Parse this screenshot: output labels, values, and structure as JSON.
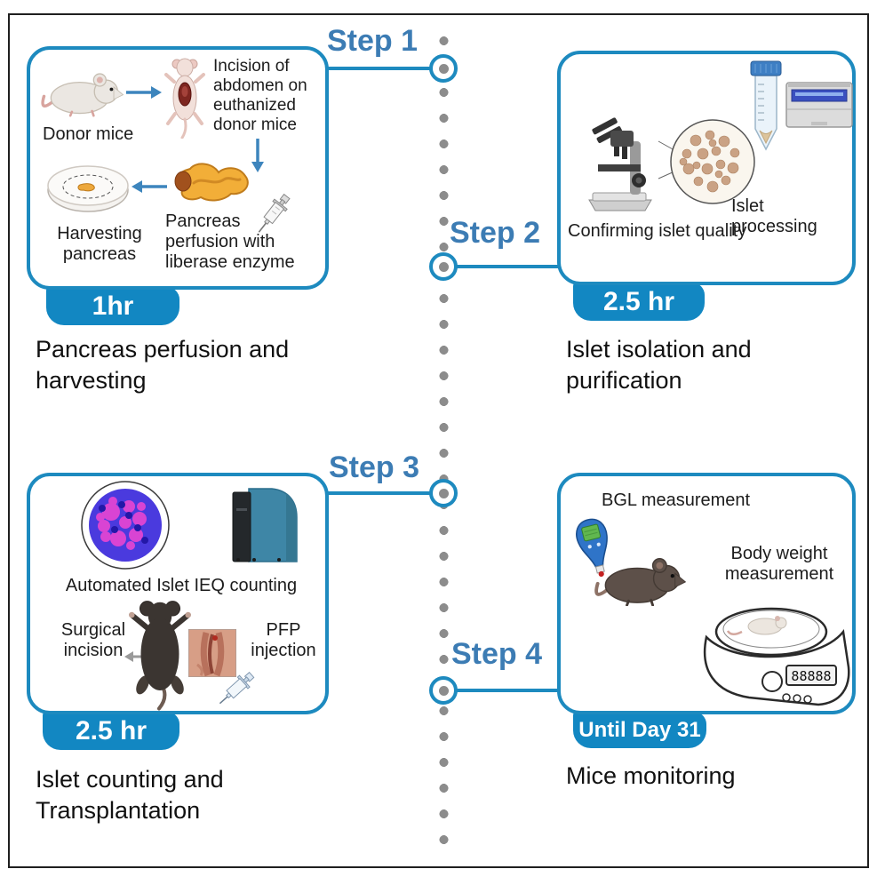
{
  "figure": {
    "type": "experimental-protocol-timeline",
    "colors": {
      "box_border": "#1d8abf",
      "step_label": "#3c7cb4",
      "badge_bg": "#1287c2",
      "badge_text": "#ffffff",
      "timeline_dot": "#8c8c8c",
      "text": "#111111",
      "arrow_blue": "#3d85bd",
      "arrow_gray": "#9a9a9a"
    },
    "steps": [
      {
        "label": "Step 1",
        "duration": "1hr",
        "caption": "Pancreas perfusion and harvesting",
        "items": {
          "donor_mice": "Donor mice",
          "incision": "Incision of abdomen on euthanized donor mice",
          "perfusion": "Pancreas perfusion with liberase enzyme",
          "harvesting": "Harvesting pancreas"
        },
        "icons": [
          "white-mouse-icon",
          "dissected-mouse-icon",
          "pancreas-icon",
          "syringe-icon",
          "petri-dish-icon",
          "arrow-right-icon",
          "arrow-down-icon",
          "arrow-left-icon"
        ]
      },
      {
        "label": "Step 2",
        "duration": "2.5 hr",
        "caption": "Islet isolation and purification",
        "items": {
          "confirming": "Confirming islet quality",
          "processing": "Islet processing"
        },
        "icons": [
          "microscope-icon",
          "islet-magnified-icon",
          "conical-tube-icon",
          "centrifuge-icon"
        ]
      },
      {
        "label": "Step 3",
        "duration": "2.5 hr",
        "caption": "Islet counting and Transplantation",
        "items": {
          "automated": "Automated Islet IEQ counting",
          "surgical": "Surgical incision",
          "pfp": "PFP injection"
        },
        "icons": [
          "stained-islets-icon",
          "islet-counter-machine-icon",
          "black-mouse-icon",
          "surgical-photo-icon",
          "syringe-icon",
          "arrow-left-gray-icon"
        ]
      },
      {
        "label": "Step 4",
        "duration": "Until Day 31",
        "caption": "Mice monitoring",
        "items": {
          "bgl": "BGL measurement",
          "body_weight": "Body weight measurement"
        },
        "icons": [
          "glucometer-icon",
          "dark-mouse-icon",
          "weighing-scale-icon"
        ]
      }
    ]
  }
}
